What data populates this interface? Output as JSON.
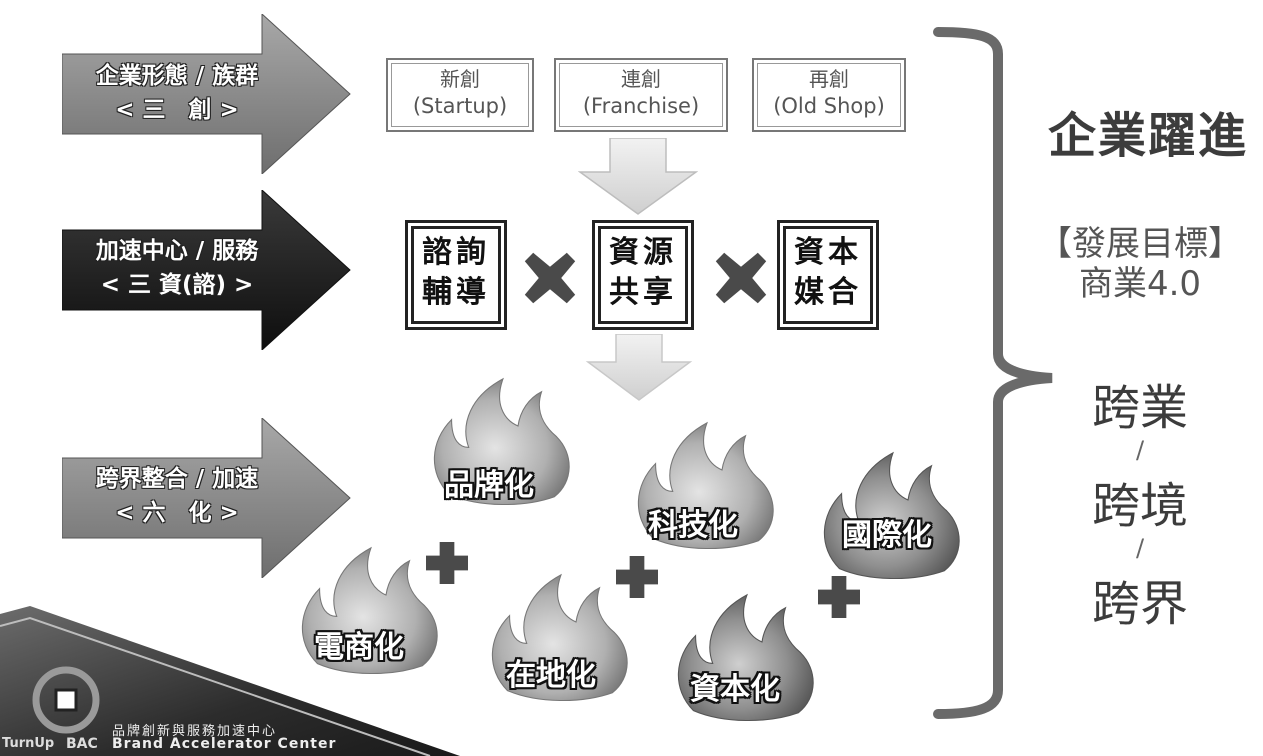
{
  "rows": {
    "enterprise": {
      "line1": "企業形態 / 族群",
      "line2": "< 三　創 >"
    },
    "accelerator": {
      "line1": "加速中心 / 服務",
      "line2": "< 三 資(諮) >"
    },
    "integration": {
      "line1": "跨界整合 / 加速",
      "line2": "< 六　化 >"
    }
  },
  "creations": [
    {
      "zh": "新創",
      "en": "(Startup)"
    },
    {
      "zh": "連創",
      "en": "(Franchise)"
    },
    {
      "zh": "再創",
      "en": "(Old Shop)"
    }
  ],
  "services": [
    {
      "line1": "諮詢",
      "line2": "輔導"
    },
    {
      "line1": "資源",
      "line2": "共享"
    },
    {
      "line1": "資本",
      "line2": "媒合"
    }
  ],
  "flames": {
    "brand": "品牌化",
    "tech": "科技化",
    "intl": "國際化",
    "ecommerce": "電商化",
    "local": "在地化",
    "capital": "資本化"
  },
  "goal": {
    "title": "企業躍進",
    "subtitle": "【發展目標】",
    "subtitle2": "商業4.0",
    "cross1": "跨業",
    "sep1": "/",
    "cross2": "跨境",
    "sep2": "/",
    "cross3": "跨界"
  },
  "logo": {
    "brand": "TurnUp",
    "org": "BAC",
    "zh": "品牌創新與服務加速中心",
    "en": "Brand Accelerator Center"
  },
  "colors": {
    "arrow_light": "#8a8a8a",
    "arrow_dark": "#1e1e1e",
    "bracket": "#6a6a6a"
  }
}
